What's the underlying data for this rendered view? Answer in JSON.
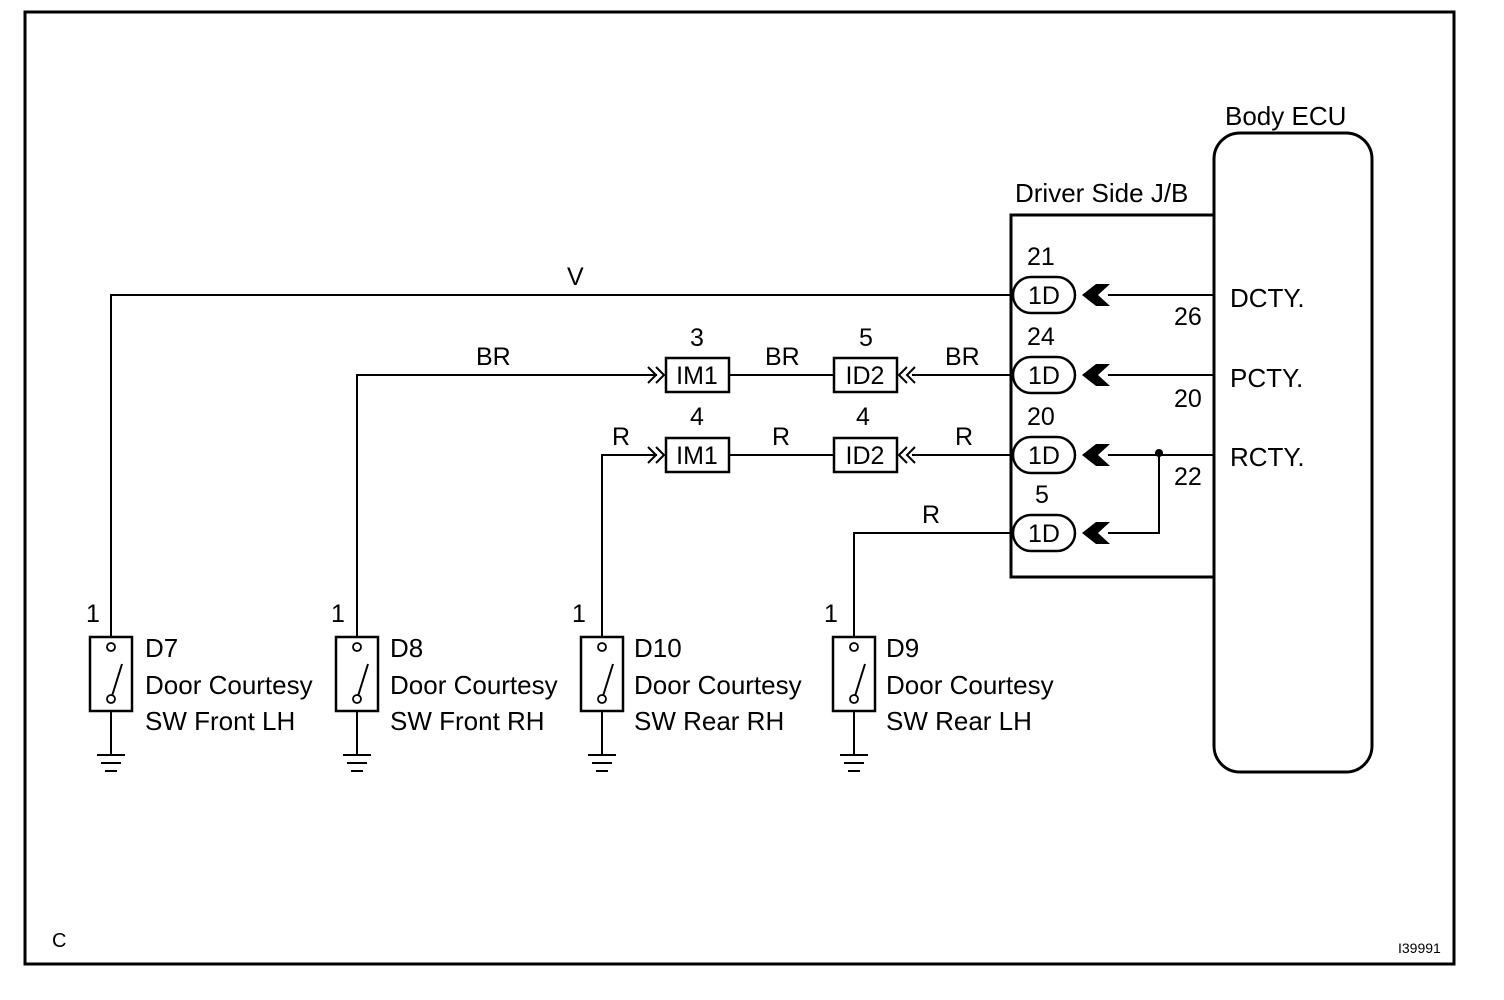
{
  "diagram": {
    "corner_label": "C",
    "figure_id": "I39991",
    "ecu": {
      "title": "Body ECU",
      "terminals": [
        "DCTY.",
        "PCTY.",
        "RCTY."
      ],
      "pins": [
        "26",
        "20",
        "22"
      ]
    },
    "jb": {
      "title": "Driver Side J/B",
      "connectors": [
        {
          "pin": "21",
          "code": "1D"
        },
        {
          "pin": "24",
          "code": "1D"
        },
        {
          "pin": "20",
          "code": "1D"
        },
        {
          "pin": "5",
          "code": "1D"
        }
      ]
    },
    "wires": {
      "v": "V",
      "br_left": "BR",
      "br_mid": "BR",
      "br_right": "BR",
      "r_left": "R",
      "r_mid": "R",
      "r_right": "R",
      "r_d9": "R"
    },
    "inline_connectors": [
      {
        "pin": "3",
        "code": "IM1"
      },
      {
        "pin": "5",
        "code": "ID2"
      },
      {
        "pin": "4",
        "code": "IM1"
      },
      {
        "pin": "4",
        "code": "ID2"
      }
    ],
    "switches": [
      {
        "id": "D7",
        "pin": "1",
        "line1": "Door Courtesy",
        "line2": "SW Front LH"
      },
      {
        "id": "D8",
        "pin": "1",
        "line1": "Door Courtesy",
        "line2": "SW Front RH"
      },
      {
        "id": "D10",
        "pin": "1",
        "line1": "Door Courtesy",
        "line2": "SW Rear RH"
      },
      {
        "id": "D9",
        "pin": "1",
        "line1": "Door Courtesy",
        "line2": "SW Rear LH"
      }
    ]
  }
}
